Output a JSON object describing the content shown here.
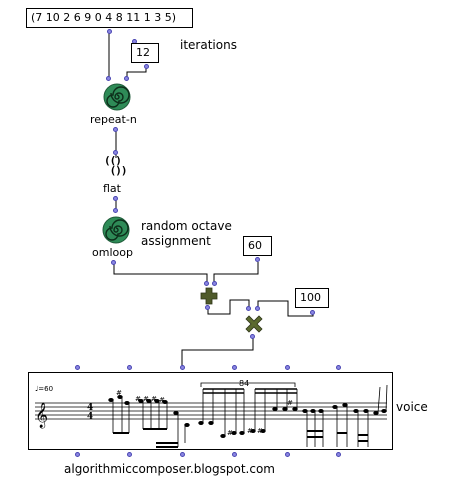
{
  "input_list": "(7 10 2 6 9 0 4 8 11 1 3 5)",
  "iterations_box": "12",
  "iterations_label": "iterations",
  "repeat_label": "repeat-n",
  "flat_label": "flat",
  "omloop_label": "omloop",
  "random_octave_label_line1": "random octave",
  "random_octave_label_line2": "assignment",
  "add_box": "60",
  "mult_box": "100",
  "score_tempo": "♩=60",
  "score_tuplet": "84",
  "voice_label": "voice",
  "footer": "algorithmiccomposer.blogspot.com",
  "colors": {
    "port": "#8a86e2",
    "spiral": "#2e8b57",
    "plus": "#4f5a2a",
    "times": "#5b6a2f"
  }
}
